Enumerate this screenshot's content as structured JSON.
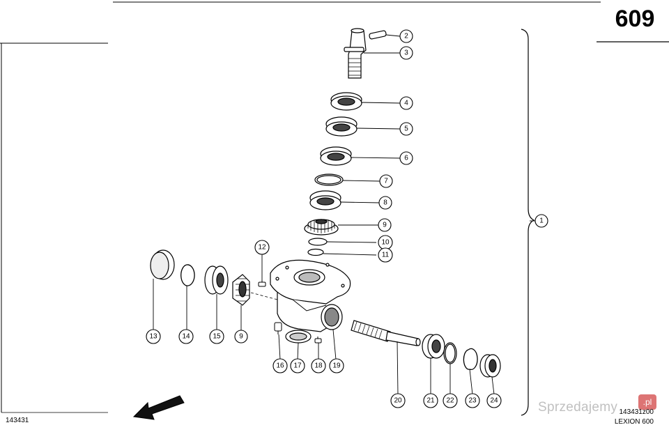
{
  "page": {
    "number": "609",
    "drawing_number": "143431",
    "drawing_ref": "143431z00",
    "model": "LEXION 600",
    "watermark": "Sprzedajemy",
    "watermark_badge": ".pl"
  },
  "callouts": [
    {
      "id": "2",
      "label": "2"
    },
    {
      "id": "3",
      "label": "3"
    },
    {
      "id": "4",
      "label": "4"
    },
    {
      "id": "5",
      "label": "5"
    },
    {
      "id": "6",
      "label": "6"
    },
    {
      "id": "7",
      "label": "7"
    },
    {
      "id": "8",
      "label": "8"
    },
    {
      "id": "9a",
      "label": "9"
    },
    {
      "id": "10",
      "label": "10"
    },
    {
      "id": "11",
      "label": "11"
    },
    {
      "id": "12",
      "label": "12"
    },
    {
      "id": "1",
      "label": "1"
    },
    {
      "id": "13",
      "label": "13"
    },
    {
      "id": "14",
      "label": "14"
    },
    {
      "id": "15",
      "label": "15"
    },
    {
      "id": "9b",
      "label": "9"
    },
    {
      "id": "16",
      "label": "16"
    },
    {
      "id": "17",
      "label": "17"
    },
    {
      "id": "18",
      "label": "18"
    },
    {
      "id": "19",
      "label": "19"
    },
    {
      "id": "20",
      "label": "20"
    },
    {
      "id": "21",
      "label": "21"
    },
    {
      "id": "22",
      "label": "22"
    },
    {
      "id": "23",
      "label": "23"
    },
    {
      "id": "24",
      "label": "24"
    }
  ]
}
